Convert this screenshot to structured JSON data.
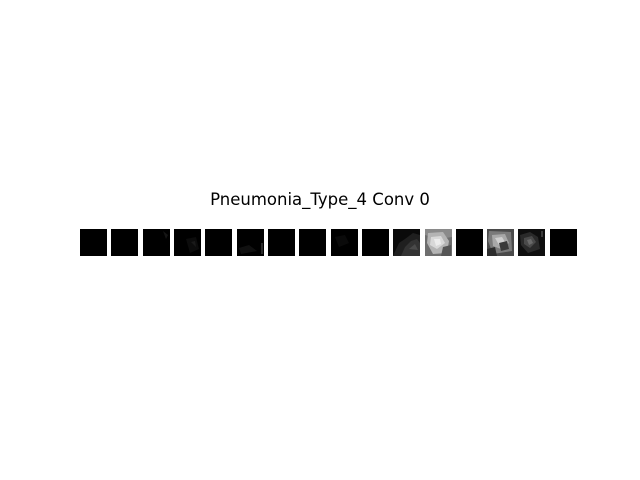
{
  "figure": {
    "title": "Pneumonia_Type_4 Conv 0"
  },
  "feature_maps": [
    {
      "index": 0,
      "activation": "none"
    },
    {
      "index": 1,
      "activation": "none"
    },
    {
      "index": 2,
      "activation": "faint"
    },
    {
      "index": 3,
      "activation": "faint"
    },
    {
      "index": 4,
      "activation": "none"
    },
    {
      "index": 5,
      "activation": "faint"
    },
    {
      "index": 6,
      "activation": "none"
    },
    {
      "index": 7,
      "activation": "none"
    },
    {
      "index": 8,
      "activation": "faint"
    },
    {
      "index": 9,
      "activation": "none"
    },
    {
      "index": 10,
      "activation": "dim"
    },
    {
      "index": 11,
      "activation": "bright"
    },
    {
      "index": 12,
      "activation": "none"
    },
    {
      "index": 13,
      "activation": "bright"
    },
    {
      "index": 14,
      "activation": "dim"
    },
    {
      "index": 15,
      "activation": "none"
    }
  ],
  "colors": {
    "background": "#ffffff",
    "tile_base": "#000000",
    "title_text": "#000000"
  }
}
